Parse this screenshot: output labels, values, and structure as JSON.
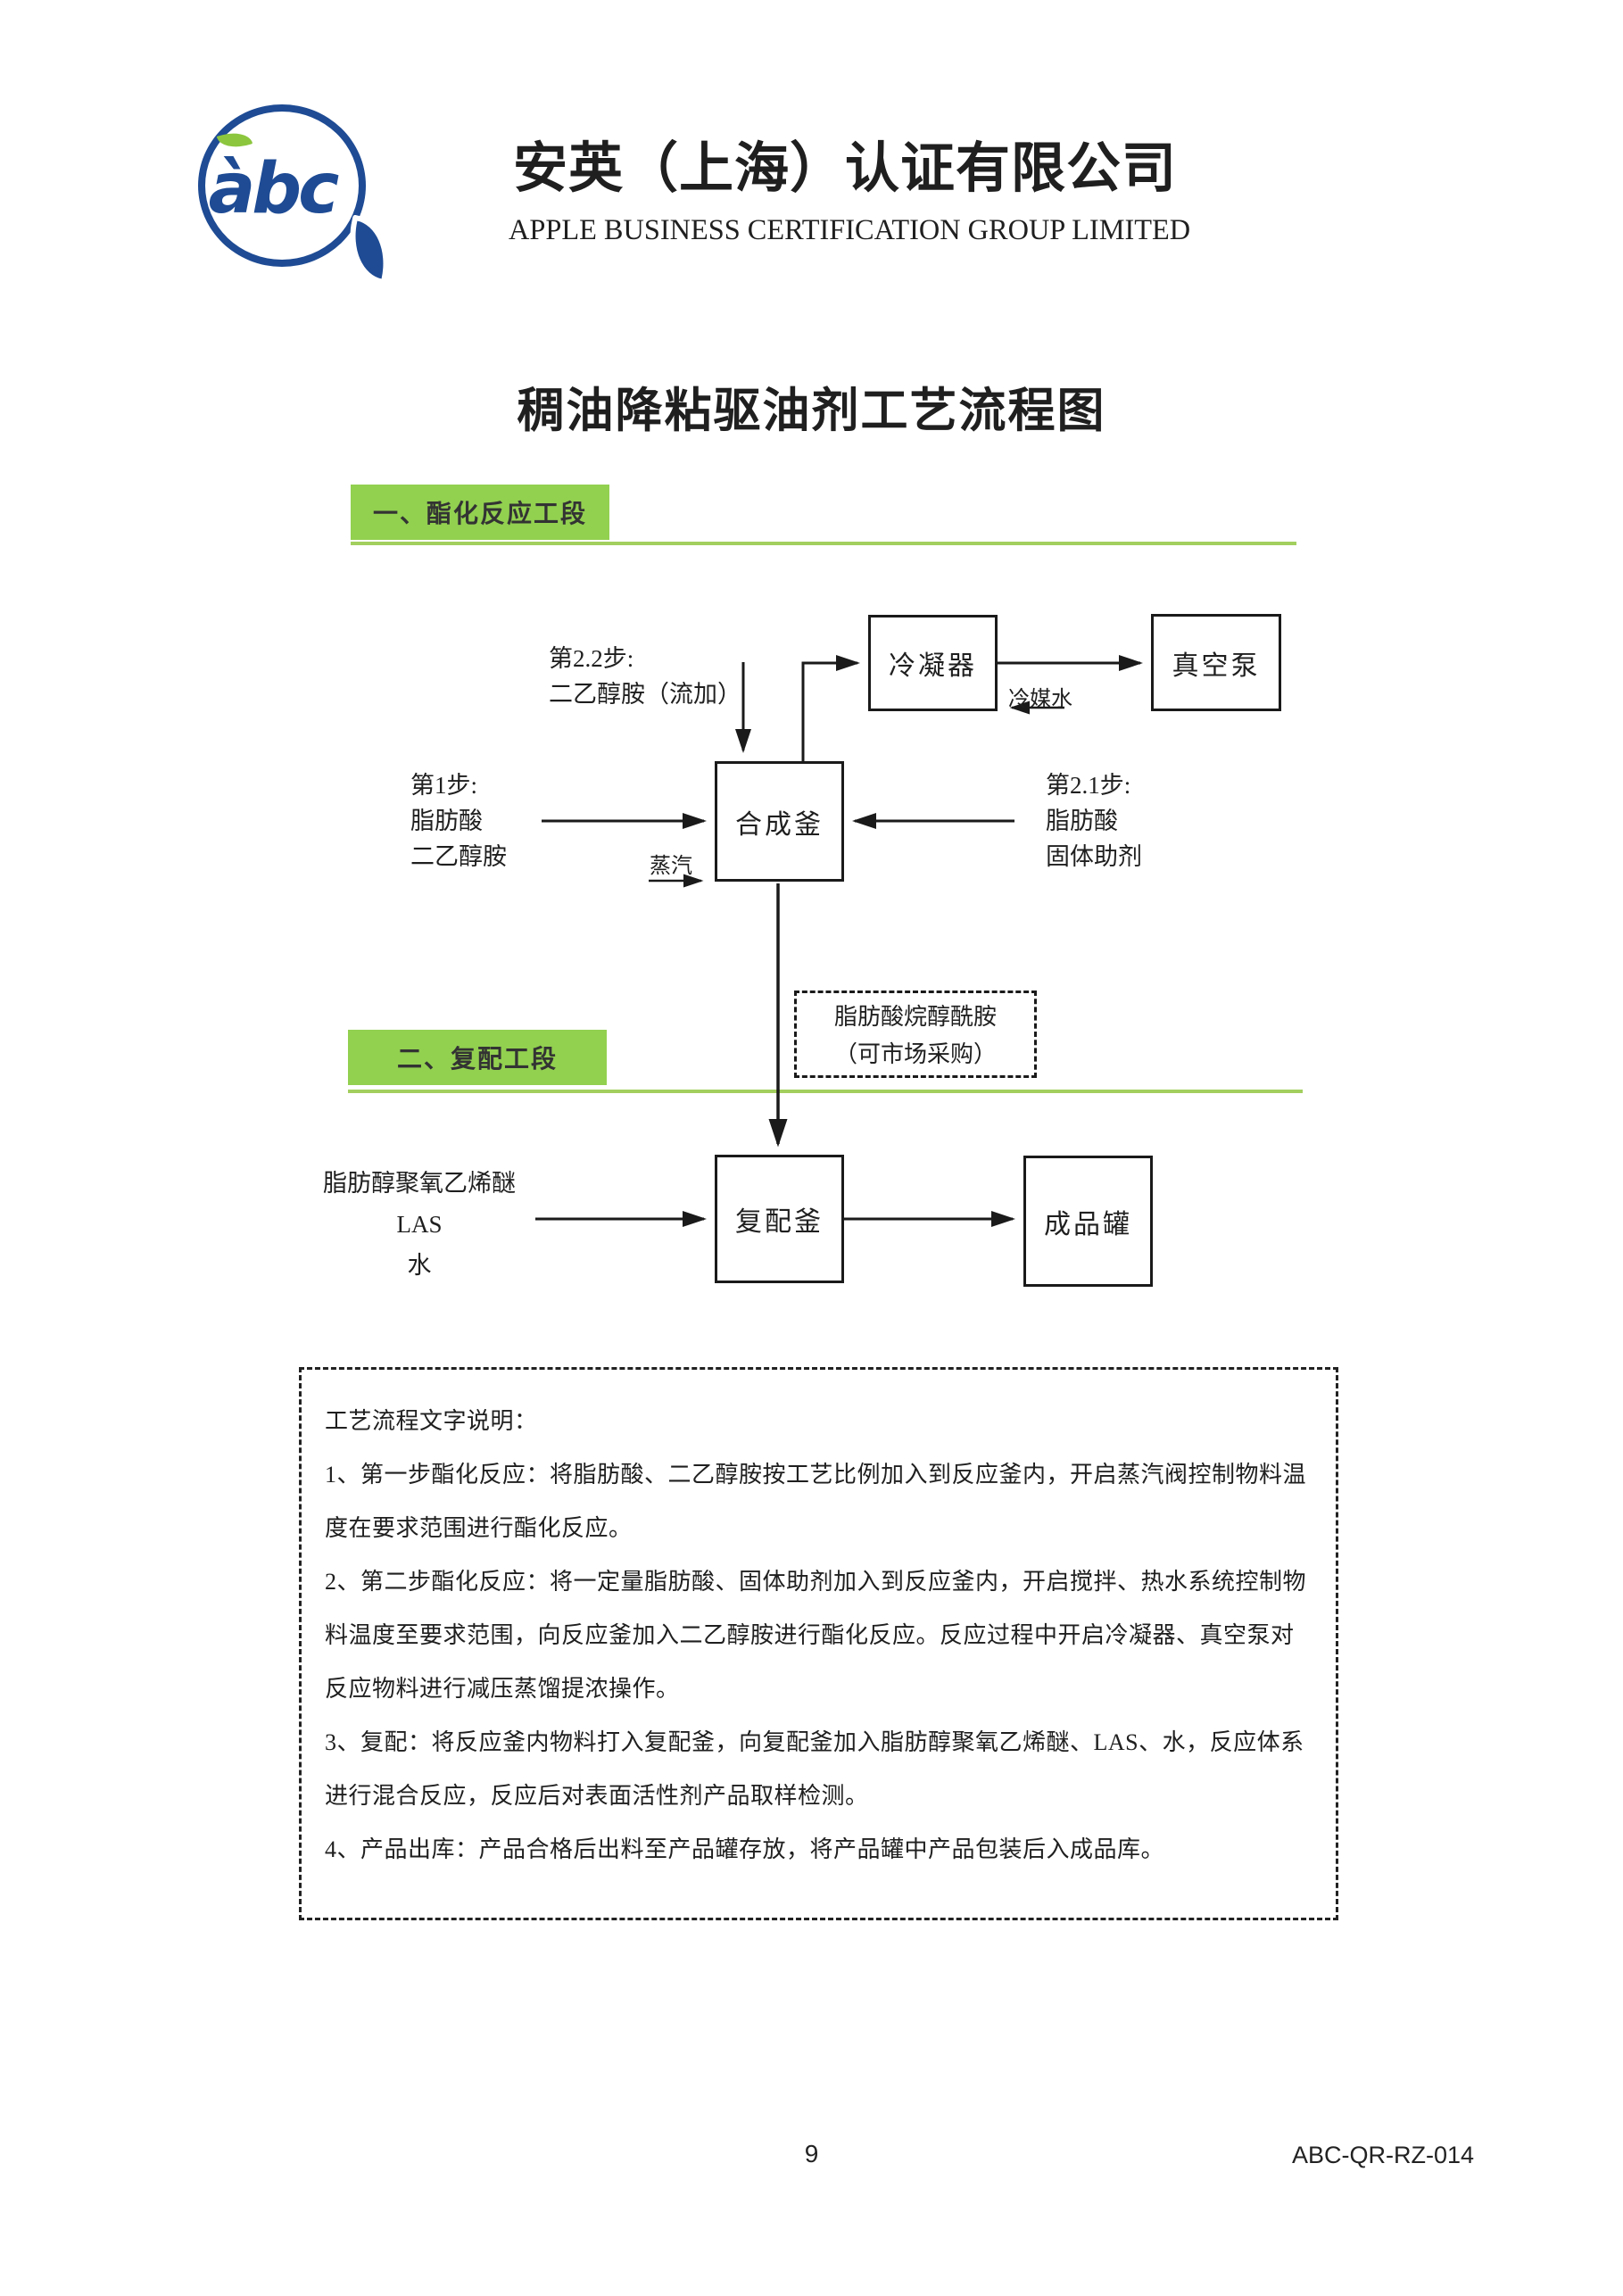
{
  "header": {
    "logo_text": "àbc",
    "company_cn": "安英（上海）认证有限公司",
    "company_en": "APPLE BUSINESS CERTIFICATION GROUP LIMITED"
  },
  "document": {
    "title": "稠油降粘驱油剂工艺流程图"
  },
  "sections": {
    "esterification": "一、酯化反应工段",
    "blending": "二、复配工段"
  },
  "colors": {
    "accent_green": "#92d050",
    "divider_green": "#a3cf5f",
    "logo_blue": "#1e4b94",
    "leaf_green": "#8cc63e",
    "line_black": "#1a1a1a"
  },
  "flowchart": {
    "boxes": {
      "condenser": "冷凝器",
      "vacuum_pump": "真空泵",
      "synthesis_kettle": "合成釜",
      "blending_kettle": "复配釜",
      "product_tank": "成品罐"
    },
    "market_box": {
      "line1": "脂肪酸烷醇酰胺",
      "line2": "（可市场采购）"
    },
    "labels": {
      "step22_line1": "第2.2步:",
      "step22_line2": "二乙醇胺（流加）",
      "step1_line1": "第1步:",
      "step1_line2": "脂肪酸",
      "step1_line3": "二乙醇胺",
      "step21_line1": "第2.1步:",
      "step21_line2": "脂肪酸",
      "step21_line3": "固体助剂",
      "coolant_water": "冷媒水",
      "steam": "蒸汽",
      "blend_input_line1": "脂肪醇聚氧乙烯醚",
      "blend_input_line2": "LAS",
      "blend_input_line3": "水"
    }
  },
  "description_box": {
    "lines": [
      "工艺流程文字说明：",
      "1、第一步酯化反应：将脂肪酸、二乙醇胺按工艺比例加入到反应釜内，开启蒸汽阀控制物料温度在要求范围进行酯化反应。",
      "2、第二步酯化反应：将一定量脂肪酸、固体助剂加入到反应釜内，开启搅拌、热水系统控制物料温度至要求范围，向反应釜加入二乙醇胺进行酯化反应。反应过程中开启冷凝器、真空泵对反应物料进行减压蒸馏提浓操作。",
      "3、复配：将反应釜内物料打入复配釜，向复配釜加入脂肪醇聚氧乙烯醚、LAS、水，反应体系进行混合反应，反应后对表面活性剂产品取样检测。",
      "4、产品出库：产品合格后出料至产品罐存放，将产品罐中产品包装后入成品库。"
    ]
  },
  "footer": {
    "page_number": "9",
    "doc_code": "ABC-QR-RZ-014"
  }
}
